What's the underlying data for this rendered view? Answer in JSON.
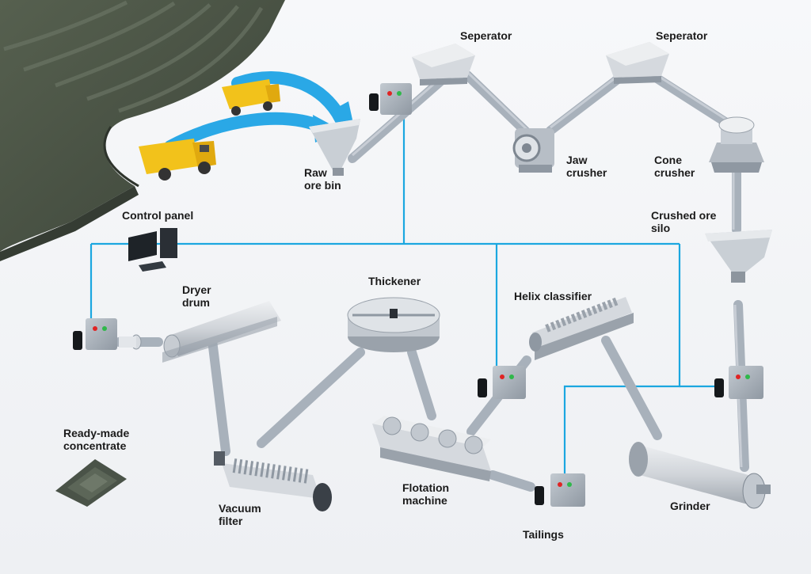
{
  "labels": {
    "separator_1": "Seperator",
    "separator_2": "Seperator",
    "raw_ore_bin": [
      "Raw",
      "ore bin"
    ],
    "jaw_crusher": [
      "Jaw",
      "crusher"
    ],
    "cone_crusher": [
      "Cone",
      "crusher"
    ],
    "crushed_ore_silo": [
      "Crushed ore",
      "silo"
    ],
    "control_panel": "Control panel",
    "dryer_drum": [
      "Dryer",
      "drum"
    ],
    "thickener": "Thickener",
    "helix_classifier": "Helix classifier",
    "ready_made_concentrate": [
      "Ready-made",
      "concentrate"
    ],
    "vacuum_filter": [
      "Vacuum",
      "filter"
    ],
    "flotation_machine": [
      "Flotation",
      "machine"
    ],
    "tailings": "Tailings",
    "grinder": "Grinder"
  },
  "colors": {
    "network_line": "#1ba7e0",
    "flow_arrow": "#2aa8e6",
    "truck": "#f2c21b",
    "pit": "#4a5348",
    "conveyor": "#aab3bd",
    "machine": "#d5d9de",
    "control_box": "#a9b2bc",
    "indicator_red": "#e02424",
    "indicator_green": "#2fb84a"
  },
  "icons": [
    "dump-truck-icon",
    "control-box-icon",
    "computer-icon",
    "flow-arrow-icon"
  ]
}
